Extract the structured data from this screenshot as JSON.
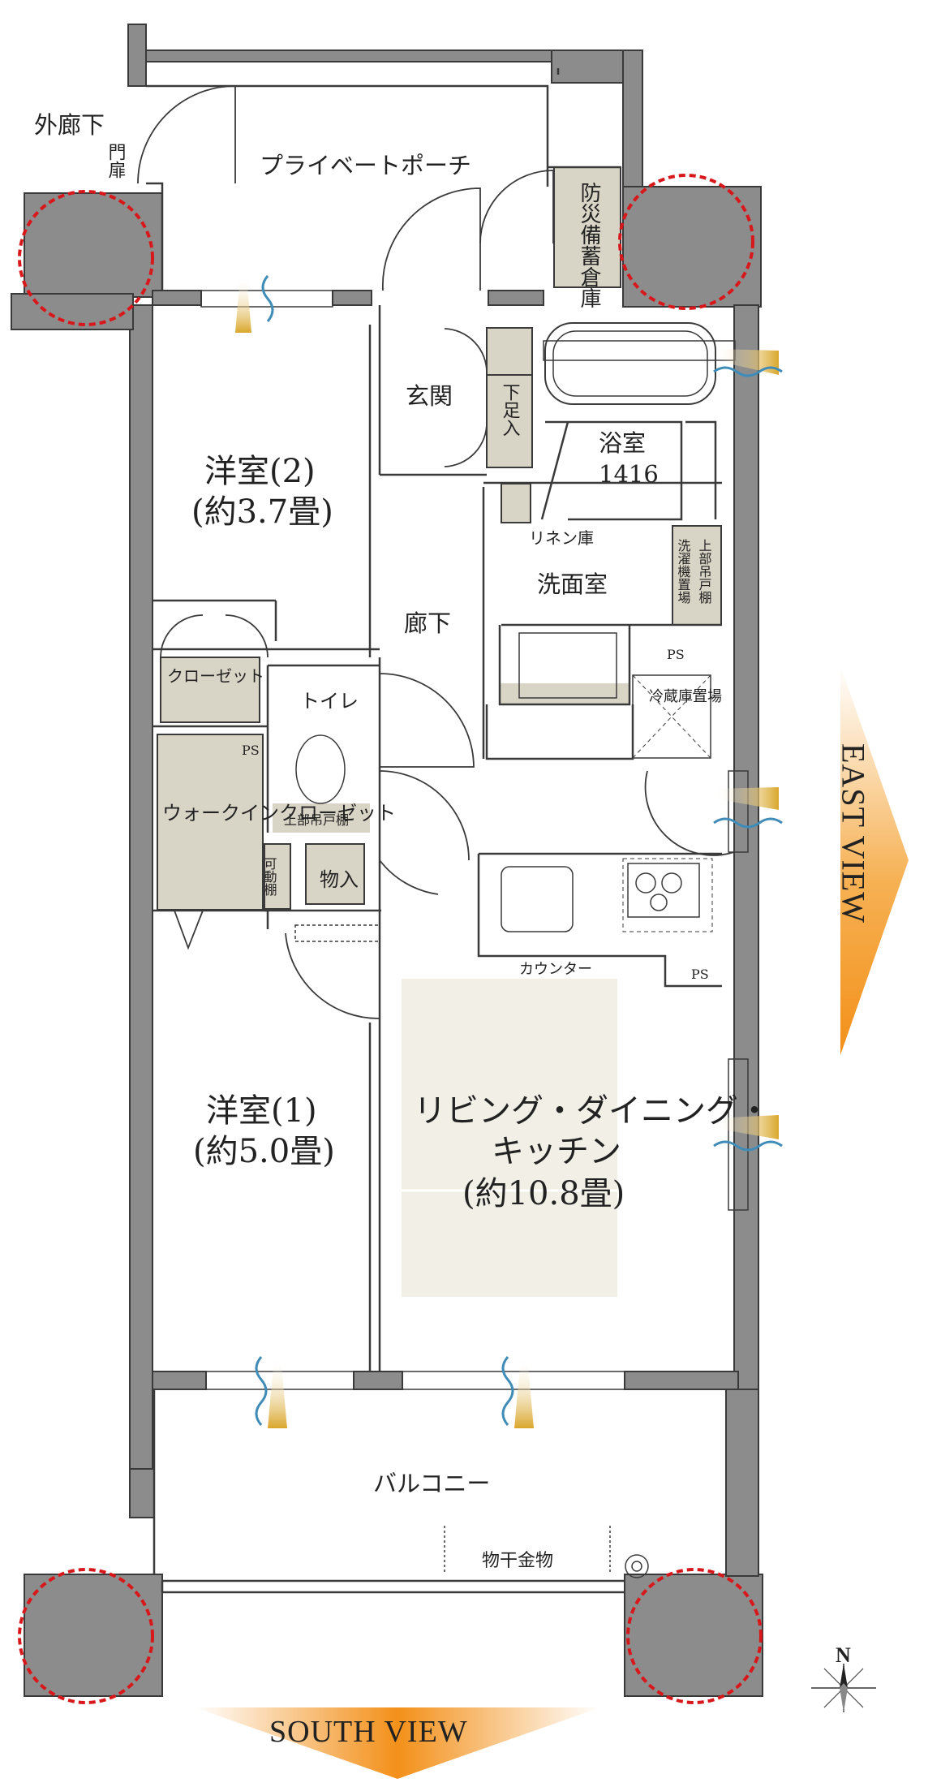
{
  "labels": {
    "outer_corridor": "外廊下",
    "gate_door": "門扉",
    "private_porch": "プライベートポーチ",
    "disaster_storage": "防災備蓄倉庫",
    "entrance": "玄関",
    "shoe_storage": "下足入",
    "bathroom": "浴室",
    "bathroom_size": "1416",
    "linen_cupboard": "リネン庫",
    "upper_cabinet_shelf": "上部吊戸棚",
    "washer_space": "洗濯機置場",
    "washroom": "洗面室",
    "ps": "PS",
    "fridge_space": "冷蔵庫置場",
    "hallway": "廊下",
    "toilet": "トイレ",
    "toilet_upper_shelf": "上部吊戸棚",
    "closet": "クローゼット",
    "walk_in_closet": "ウォークインクローゼット",
    "movable_shelf": "可動棚",
    "storage": "物入",
    "counter": "カウンター",
    "balcony": "バルコニー",
    "drying_hardware": "物干金物",
    "north": "N"
  },
  "rooms": {
    "western_room_2": {
      "name": "洋室(2)",
      "size": "(約3.7畳)"
    },
    "western_room_1": {
      "name": "洋室(1)",
      "size": "(約5.0畳)"
    },
    "ldk": {
      "name_line1": "リビング・ダイニング・",
      "name_line2": "キッチン",
      "size": "(約10.8畳)"
    }
  },
  "views": {
    "east": "EAST VIEW",
    "south": "SOUTH VIEW"
  },
  "colors": {
    "wall": "#8c8c8c",
    "wall_edge": "#3a3a3a",
    "storage_fill": "#d9d5c6",
    "floor_highlight": "#f1efe6",
    "column_dash": "#d8171b",
    "view_arrow_top": "#ffffff",
    "view_arrow_bottom": "#f0931e",
    "wind_blue": "#3f8cb8",
    "light_yellow": "#d9a62a"
  }
}
